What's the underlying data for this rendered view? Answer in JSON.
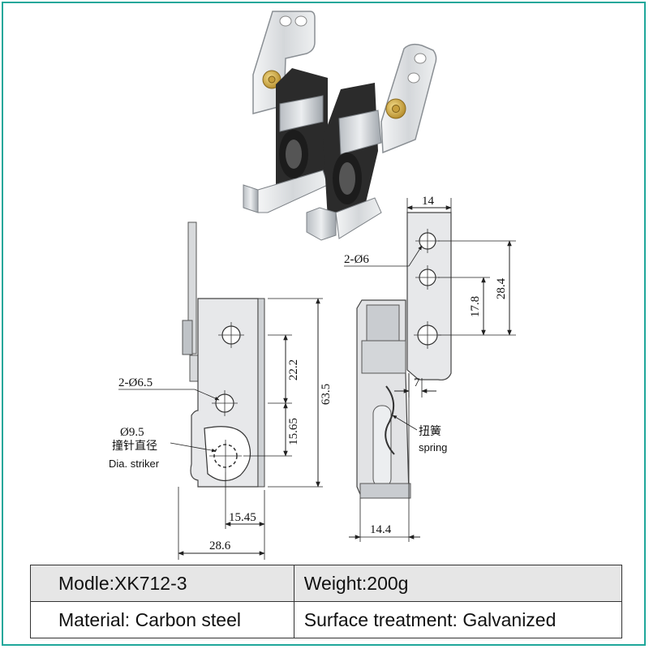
{
  "drawing": {
    "dims": {
      "top_width": "14",
      "holes_small": "2-Ø6",
      "height_28_4": "28.4",
      "height_17_8": "17.8",
      "offset_7": "7",
      "spring_cn": "扭簧",
      "spring_en": "spring",
      "bottom_width_right": "14.4",
      "holes_mid": "2-Ø6.5",
      "gap_22_2": "22.2",
      "gap_15_65": "15.65",
      "total_63_5": "63.5",
      "striker_dia": "Ø9.5",
      "striker_cn": "撞针直径",
      "striker_en": "Dia. striker",
      "bottom_15_45": "15.45",
      "bottom_28_6": "28.6"
    },
    "colors": {
      "metal_light": "#e6e6e6",
      "metal_mid": "#cfd2d6",
      "metal_dark": "#9aa0a6",
      "rubber": "#2a2a2a",
      "brass": "#d8b24a",
      "line": "#222222"
    }
  },
  "specs": {
    "model": "Modle:XK712-3",
    "weight": "Weight:200g",
    "material": "Material: Carbon steel",
    "surface": "Surface treatment: Galvanized"
  },
  "theme": {
    "border": "#1fa79a",
    "row_shade": "#e6e6e6"
  }
}
